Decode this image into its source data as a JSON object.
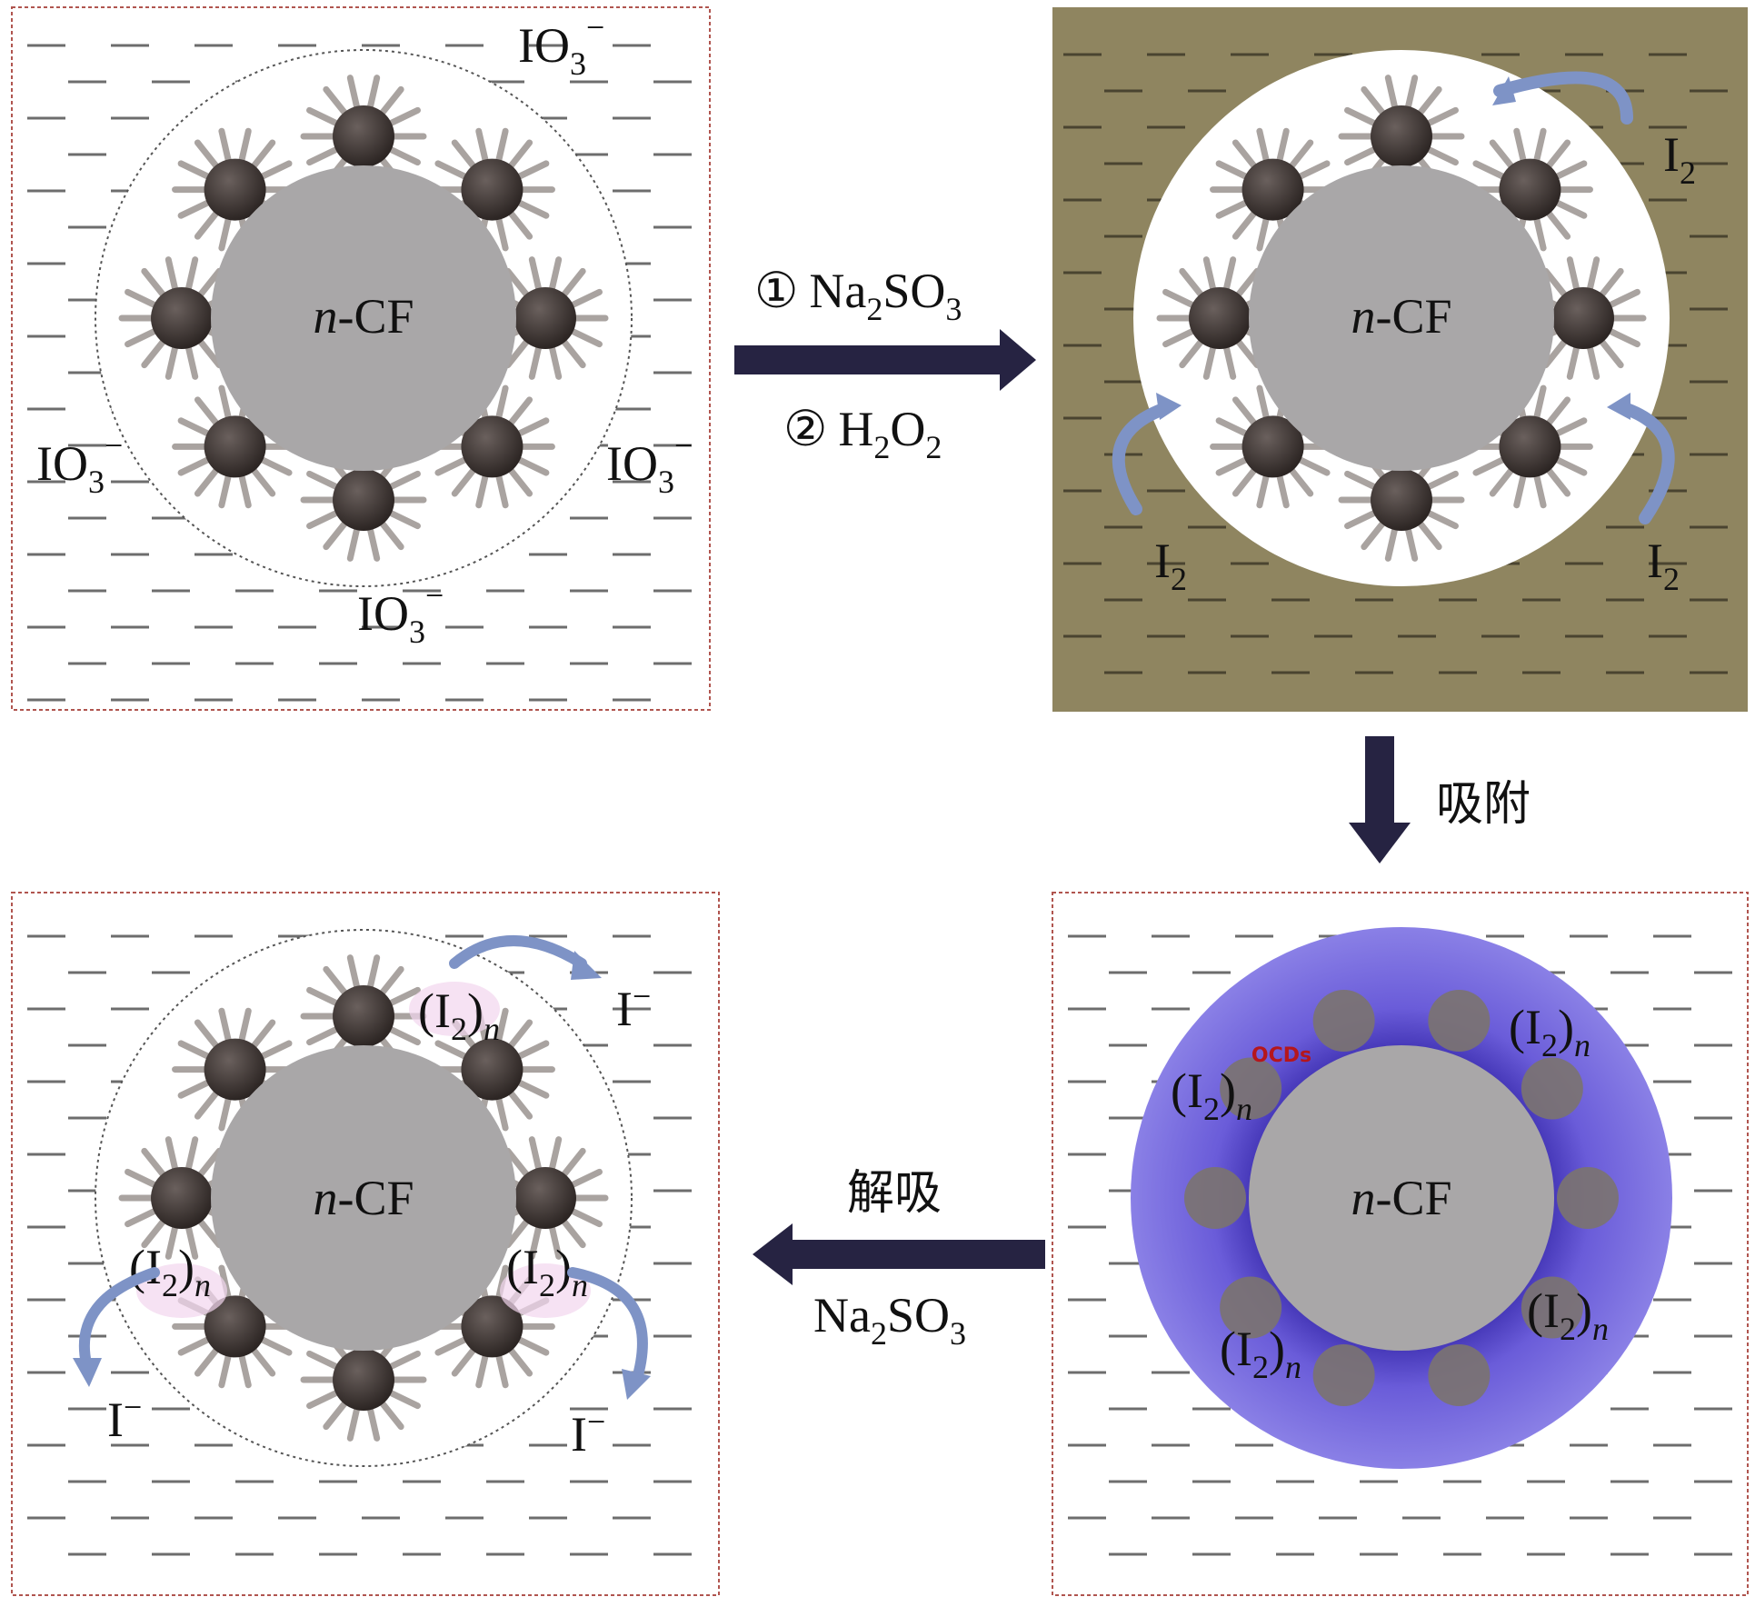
{
  "colors": {
    "panel_border": "#b0554f",
    "dash": "#6d6d6d",
    "fiber_core": "#a9a7a8",
    "ocd_ball": "#403836",
    "ligand": "#a9a3a0",
    "solution_iodine": "#8f8560",
    "adsorbed_ring": "#7062d8",
    "arrow_main": "#262342",
    "arrow_curve": "#7e93c6"
  },
  "panels": {
    "p1": {
      "core_label": {
        "italic": "n",
        "rest": "-CF"
      },
      "ions": [
        {
          "base": "IO",
          "sub": "3",
          "sup": "−"
        },
        {
          "base": "IO",
          "sub": "3",
          "sup": "−"
        },
        {
          "base": "IO",
          "sub": "3",
          "sup": "−"
        },
        {
          "base": "IO",
          "sub": "3",
          "sup": "−"
        }
      ]
    },
    "p2": {
      "core_label": {
        "italic": "n",
        "rest": "-CF"
      },
      "ions": [
        {
          "base": "I",
          "sub": "2"
        },
        {
          "base": "I",
          "sub": "2"
        },
        {
          "base": "I",
          "sub": "2"
        }
      ]
    },
    "p3": {
      "core_label": {
        "italic": "n",
        "rest": "-CF"
      },
      "ocd_label": "OCDs",
      "clusters": [
        {
          "base": "(I",
          "sub": "2",
          "close": ")",
          "n": "n"
        },
        {
          "base": "(I",
          "sub": "2",
          "close": ")",
          "n": "n"
        },
        {
          "base": "(I",
          "sub": "2",
          "close": ")",
          "n": "n"
        },
        {
          "base": "(I",
          "sub": "2",
          "close": ")",
          "n": "n"
        }
      ]
    },
    "p4": {
      "core_label": {
        "italic": "n",
        "rest": "-CF"
      },
      "clusters": [
        {
          "base": "(I",
          "sub": "2",
          "close": ")",
          "n": "n"
        },
        {
          "base": "(I",
          "sub": "2",
          "close": ")",
          "n": "n"
        },
        {
          "base": "(I",
          "sub": "2",
          "close": ")",
          "n": "n"
        }
      ],
      "ions": [
        {
          "base": "I",
          "sup": "−"
        },
        {
          "base": "I",
          "sup": "−"
        },
        {
          "base": "I",
          "sup": "−"
        }
      ]
    }
  },
  "steps": {
    "oxidation": {
      "line1": {
        "num": "①",
        "base": "Na",
        "sub1": "2",
        "mid": "SO",
        "sub2": "3"
      },
      "line2": {
        "num": "②",
        "base": "H",
        "sub1": "2",
        "mid": "O",
        "sub2": "2"
      }
    },
    "adsorption": {
      "label": "吸附"
    },
    "desorption": {
      "label": "解吸",
      "reagent": {
        "base": "Na",
        "sub1": "2",
        "mid": "SO",
        "sub2": "3"
      }
    }
  }
}
